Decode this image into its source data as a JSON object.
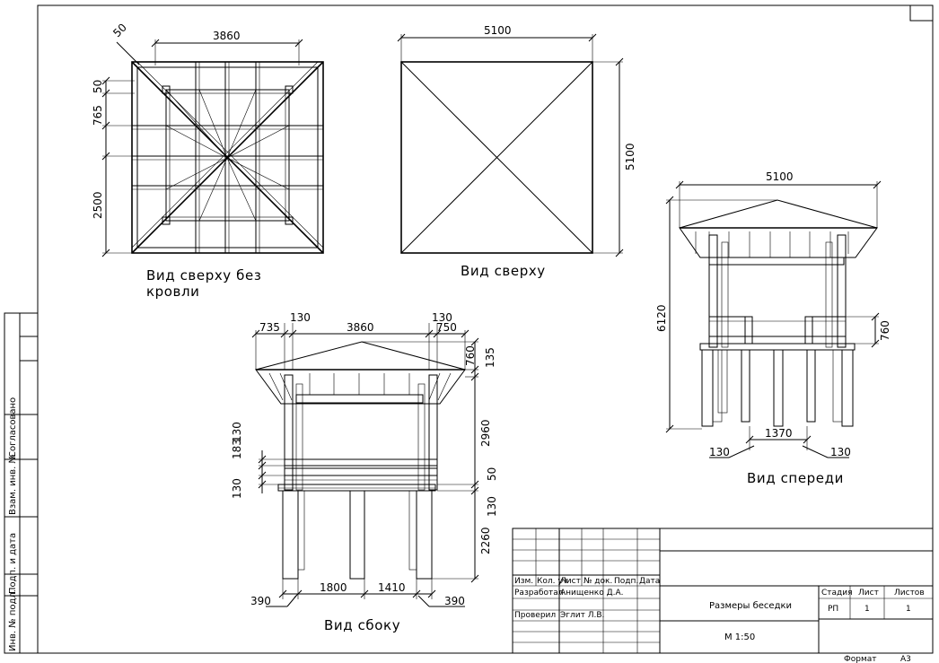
{
  "views": {
    "top_no_roof": {
      "caption_line1": "Вид сверху без",
      "caption_line2": "кровли",
      "dims": {
        "width": "3860",
        "corner": "50",
        "left_small": "50",
        "left_mid": "765",
        "left_big": "2500"
      }
    },
    "top": {
      "caption": "Вид сверху",
      "dims": {
        "width": "5100",
        "height": "5100"
      }
    },
    "front": {
      "caption": "Вид спереди",
      "dims": {
        "width": "5100",
        "height": "6120",
        "rail": "760",
        "span": "1370",
        "post_left": "130",
        "post_right": "130"
      }
    },
    "side": {
      "caption": "Вид сбоку",
      "dims": {
        "top_left": "735",
        "top_post_left": "130",
        "top_mid": "3860",
        "top_post_right": "130",
        "top_right": "750",
        "right_roof": "760",
        "right_eave": "135",
        "right_walls": "2960",
        "right_beam": "50",
        "right_beam2": "130",
        "right_legs": "2260",
        "left_rail_a": "183",
        "left_rail_b": "130",
        "left_floor": "130",
        "bot_left": "390",
        "bot_mid1": "1800",
        "bot_mid2": "1410",
        "bot_right": "390"
      }
    }
  },
  "side_stamp": {
    "labels": [
      "Согласовано",
      "Взам. инв. №",
      "Подп. и дата",
      "Инв. № подл."
    ]
  },
  "title_block": {
    "col_headers": [
      "Изм.",
      "Кол. уч",
      "Лист",
      "№ док.",
      "Подп.",
      "Дата"
    ],
    "rows": [
      {
        "role": "Разработал",
        "name": "Анищенко Д.А."
      },
      {
        "role": "Проверил",
        "name": "Эглит Л.В."
      }
    ],
    "title": "Размеры беседки",
    "scale": "М 1:50",
    "stage_header": "Стадия",
    "sheet_header": "Лист",
    "sheets_header": "Листов",
    "stage_value": "РП",
    "sheet_value": "1",
    "sheets_value": "1"
  },
  "format_label": "Формат",
  "format_value": "А3"
}
